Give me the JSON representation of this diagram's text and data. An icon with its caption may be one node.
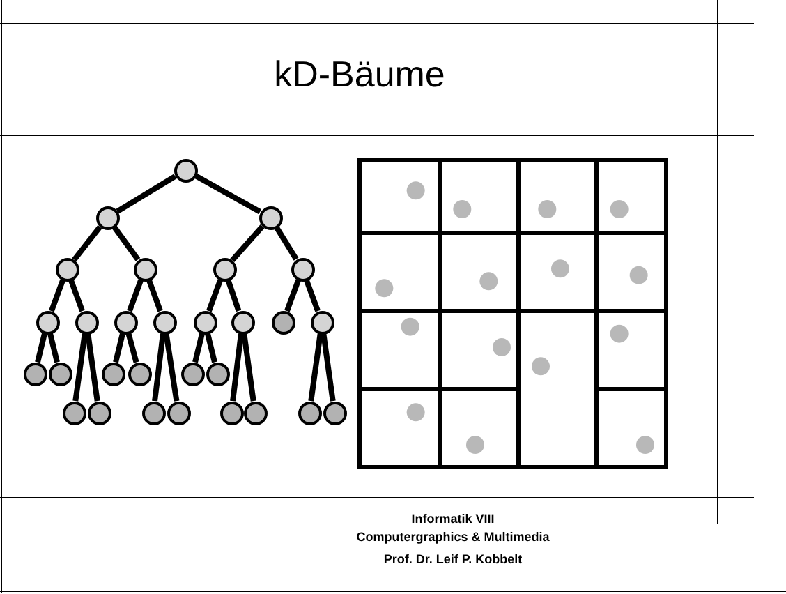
{
  "diagram": {
    "title": "kD-Bäume",
    "nodes": [
      {
        "text": [],
        "shape": "circle"
      },
      {
        "text": [],
        "shape": "circle"
      },
      {
        "text": [],
        "shape": "circle"
      },
      {
        "text": [],
        "shape": "circle"
      },
      {
        "text": [],
        "shape": "circle"
      },
      {
        "text": [],
        "shape": "circle"
      },
      {
        "text": [],
        "shape": "circle"
      },
      {
        "text": [],
        "shape": "circle"
      },
      {
        "text": [],
        "shape": "circle"
      },
      {
        "text": [],
        "shape": "circle"
      },
      {
        "text": [],
        "shape": "circle"
      },
      {
        "text": [],
        "shape": "circle"
      },
      {
        "text": [],
        "shape": "circle"
      },
      {
        "text": [],
        "shape": "circle"
      },
      {
        "text": [],
        "shape": "circle"
      },
      {
        "text": [],
        "shape": "circle"
      },
      {
        "text": [],
        "shape": "circle"
      },
      {
        "text": [],
        "shape": "circle"
      },
      {
        "text": [],
        "shape": "circle"
      },
      {
        "text": [],
        "shape": "circle"
      },
      {
        "text": [],
        "shape": "circle"
      },
      {
        "text": [],
        "shape": "circle"
      },
      {
        "text": [],
        "shape": "circle"
      },
      {
        "text": [],
        "shape": "circle"
      },
      {
        "text": [],
        "shape": "circle"
      },
      {
        "text": [],
        "shape": "circle"
      },
      {
        "text": [],
        "shape": "circle"
      },
      {
        "text": [],
        "shape": "circle"
      },
      {
        "text": [],
        "shape": "circle"
      }
    ],
    "edges": [
      {
        "from": 0,
        "to": 1,
        "arrow": "none"
      },
      {
        "from": 0,
        "to": 2,
        "arrow": "none"
      },
      {
        "from": 1,
        "to": 3,
        "arrow": "none"
      },
      {
        "from": 1,
        "to": 4,
        "arrow": "none"
      },
      {
        "from": 2,
        "to": 5,
        "arrow": "none"
      },
      {
        "from": 2,
        "to": 6,
        "arrow": "none"
      },
      {
        "from": 3,
        "to": 7,
        "arrow": "none"
      },
      {
        "from": 3,
        "to": 8,
        "arrow": "none"
      },
      {
        "from": 4,
        "to": 9,
        "arrow": "none"
      },
      {
        "from": 4,
        "to": 10,
        "arrow": "none"
      },
      {
        "from": 5,
        "to": 11,
        "arrow": "none"
      },
      {
        "from": 5,
        "to": 12,
        "arrow": "none"
      },
      {
        "from": 6,
        "to": 13,
        "arrow": "none"
      },
      {
        "from": 6,
        "to": 14,
        "arrow": "none"
      },
      {
        "from": 7,
        "to": 15,
        "arrow": "none"
      },
      {
        "from": 7,
        "to": 16,
        "arrow": "none"
      },
      {
        "from": 8,
        "to": 21,
        "arrow": "none"
      },
      {
        "from": 8,
        "to": 22,
        "arrow": "none"
      },
      {
        "from": 9,
        "to": 17,
        "arrow": "none"
      },
      {
        "from": 9,
        "to": 18,
        "arrow": "none"
      },
      {
        "from": 10,
        "to": 23,
        "arrow": "none"
      },
      {
        "from": 10,
        "to": 24,
        "arrow": "none"
      },
      {
        "from": 11,
        "to": 19,
        "arrow": "none"
      },
      {
        "from": 11,
        "to": 20,
        "arrow": "none"
      },
      {
        "from": 12,
        "to": 25,
        "arrow": "none"
      },
      {
        "from": 12,
        "to": 26,
        "arrow": "none"
      },
      {
        "from": 14,
        "to": 27,
        "arrow": "none"
      },
      {
        "from": 14,
        "to": 28,
        "arrow": "none"
      }
    ],
    "labels": [
      "Informatik VIII",
      "Computergraphics & Multimedia",
      "Prof. Dr. Leif P. Kobbelt"
    ]
  }
}
